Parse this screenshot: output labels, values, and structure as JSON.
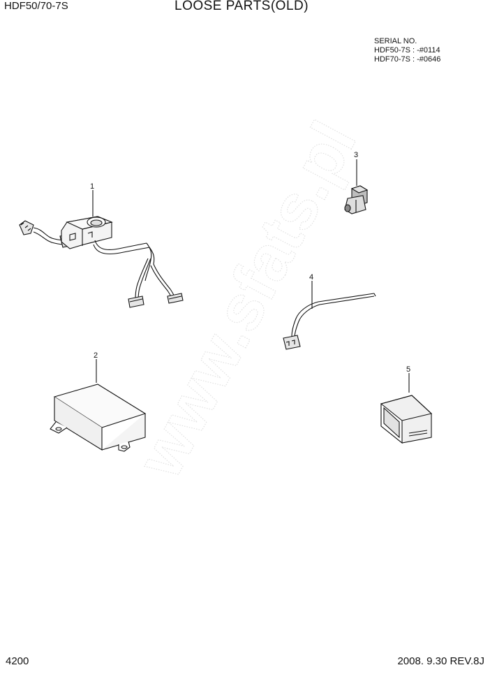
{
  "header": {
    "model": "HDF50/70-7S",
    "title": "LOOSE PARTS(OLD)"
  },
  "serial": {
    "heading": "SERIAL NO.",
    "lines": [
      "HDF50-7S : -#0114",
      "HDF70-7S : -#0646"
    ]
  },
  "parts": [
    {
      "number": "1"
    },
    {
      "number": "2"
    },
    {
      "number": "3"
    },
    {
      "number": "4"
    },
    {
      "number": "5"
    }
  ],
  "footer": {
    "page_number": "4200",
    "revision": "2008. 9.30  REV.8J"
  }
}
